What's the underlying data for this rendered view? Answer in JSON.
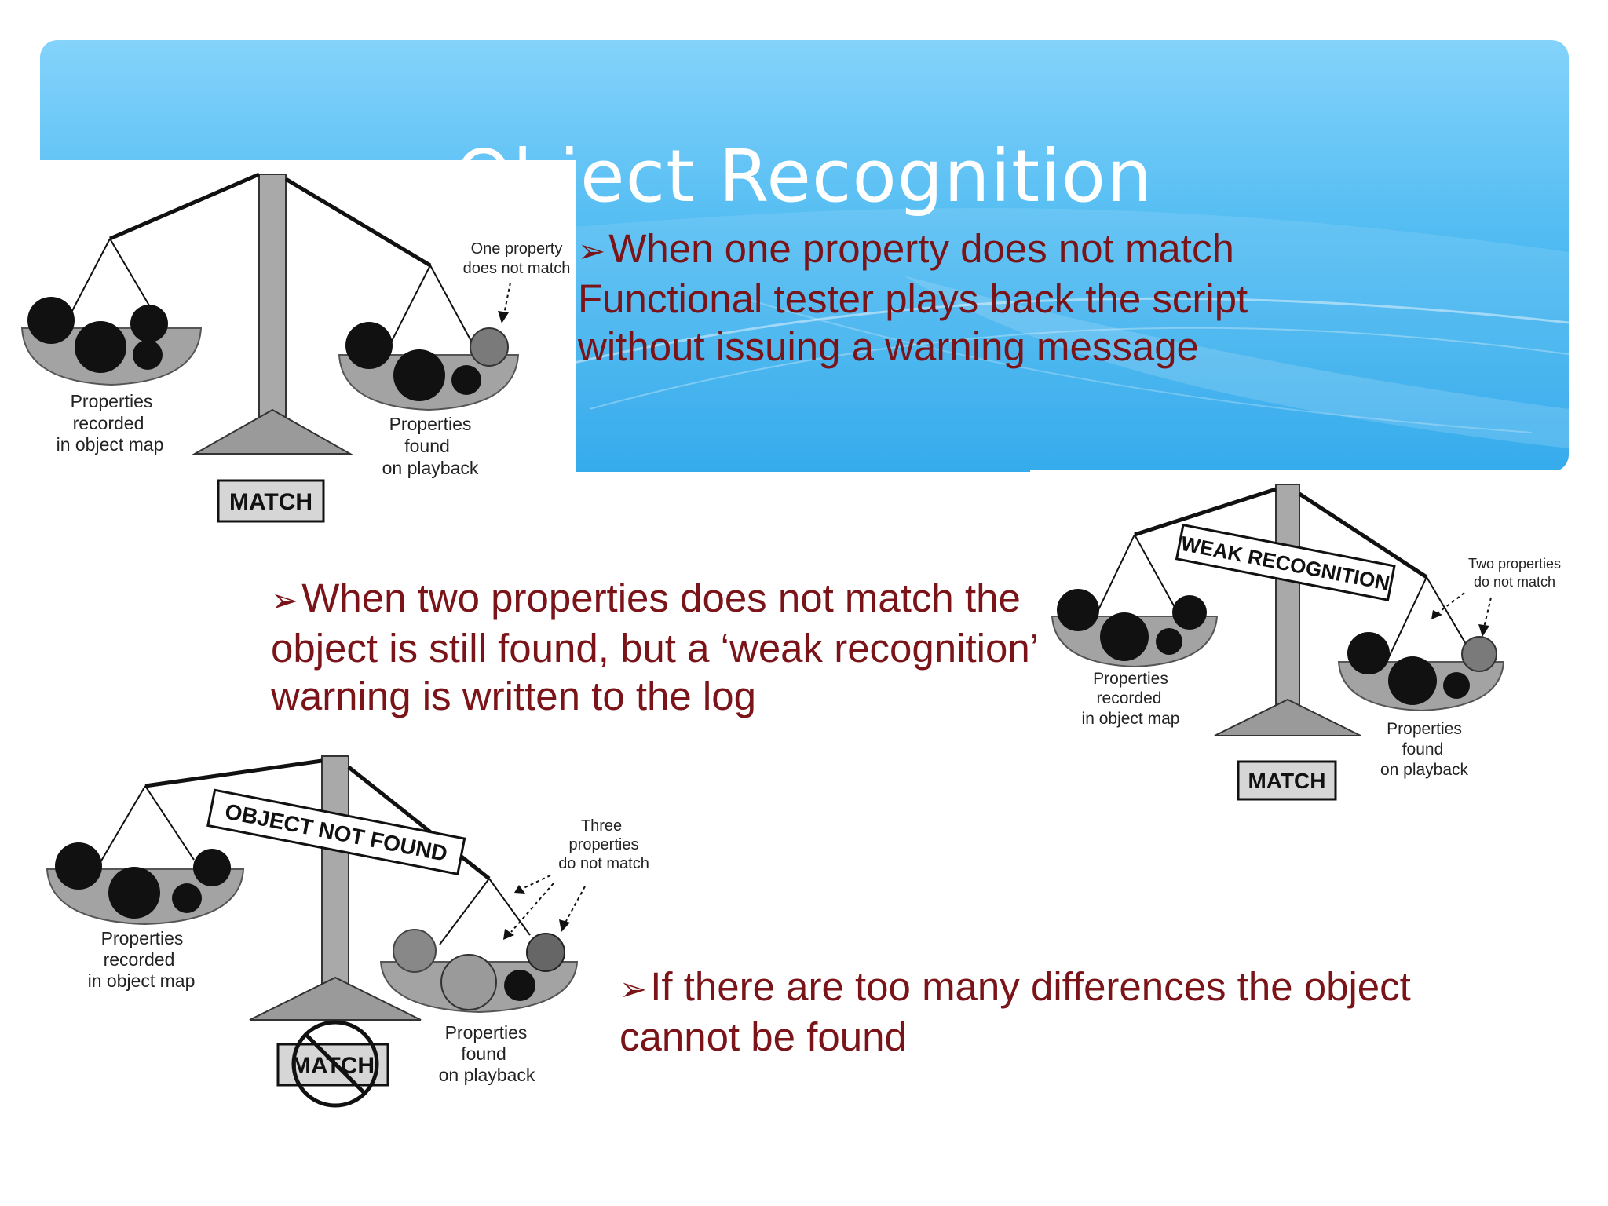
{
  "slide": {
    "title": "Object Recognition",
    "colors": {
      "banner_top": "#84d3fb",
      "banner_bottom": "#1fa2ea",
      "bullet_text": "#7a1418"
    }
  },
  "bullets": [
    {
      "marker": "➢",
      "text": "When one property does not match Functional tester plays back the script without issuing a warning message"
    },
    {
      "marker": "➢",
      "text": "When two properties does not match the object is still found, but a ‘weak recognition’ warning is written to the log"
    },
    {
      "marker": "➢",
      "text": "If there are too many differences the object cannot be found"
    }
  ],
  "diagrams": {
    "match": {
      "left_label": [
        "Properties",
        "recorded",
        "in object map"
      ],
      "right_label": [
        "Properties",
        "found",
        "on playback"
      ],
      "note": [
        "One property",
        "does not match"
      ],
      "result": "MATCH"
    },
    "weak": {
      "left_label": [
        "Properties",
        "recorded",
        "in object map"
      ],
      "right_label": [
        "Properties",
        "found",
        "on playback"
      ],
      "note": [
        "Two properties",
        "do not match"
      ],
      "banner": "WEAK RECOGNITION",
      "result": "MATCH"
    },
    "not_found": {
      "left_label": [
        "Properties",
        "recorded",
        "in object map"
      ],
      "right_label": [
        "Properties",
        "found",
        "on playback"
      ],
      "note": [
        "Three",
        "properties",
        "do not match"
      ],
      "banner": "OBJECT NOT FOUND",
      "result": "MATCH"
    }
  }
}
